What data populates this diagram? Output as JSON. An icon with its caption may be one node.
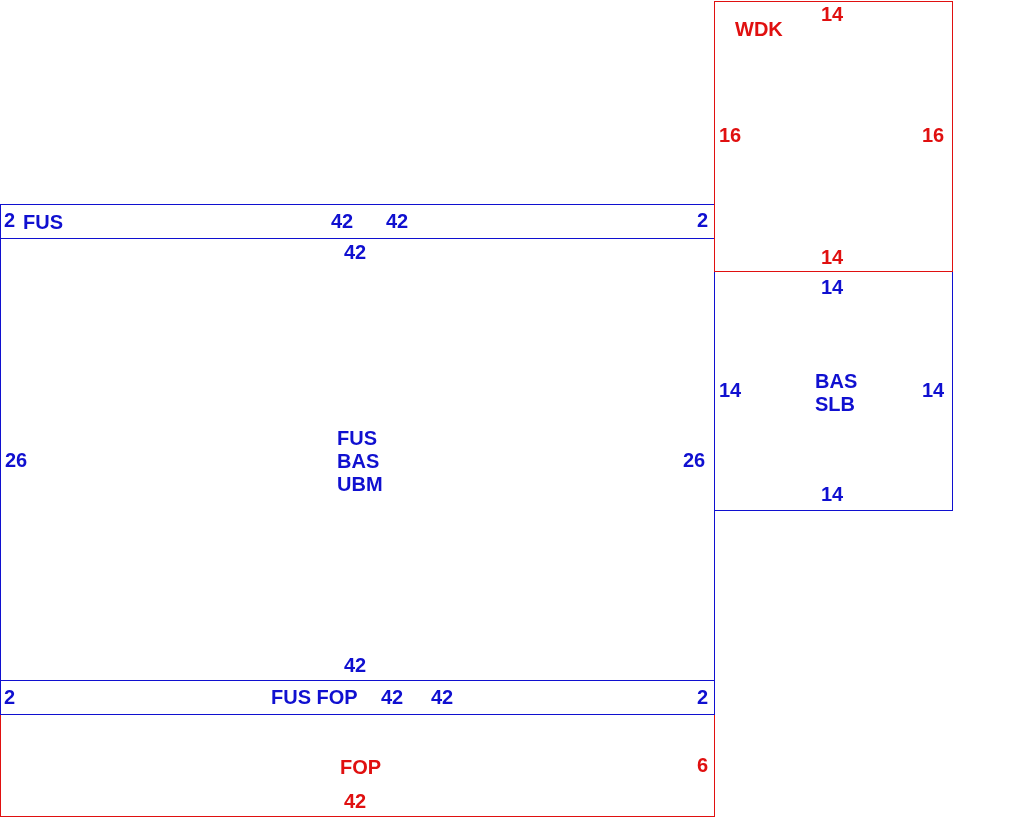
{
  "diagram": {
    "nodes": [
      {
        "text": [
          "WDK",
          "14",
          "16",
          "16",
          "14"
        ]
      },
      {
        "text": [
          "14",
          "14",
          "BAS SLB",
          "14",
          "14"
        ]
      },
      {
        "text": [
          "2",
          "FUS",
          "42",
          "42",
          "2"
        ]
      },
      {
        "text": [
          "42",
          "26",
          "FUS BAS UBM",
          "26",
          "42"
        ]
      },
      {
        "text": [
          "2",
          "FUS FOP",
          "42",
          "42",
          "2"
        ]
      },
      {
        "text": [
          "FOP",
          "6",
          "42"
        ]
      }
    ]
  }
}
